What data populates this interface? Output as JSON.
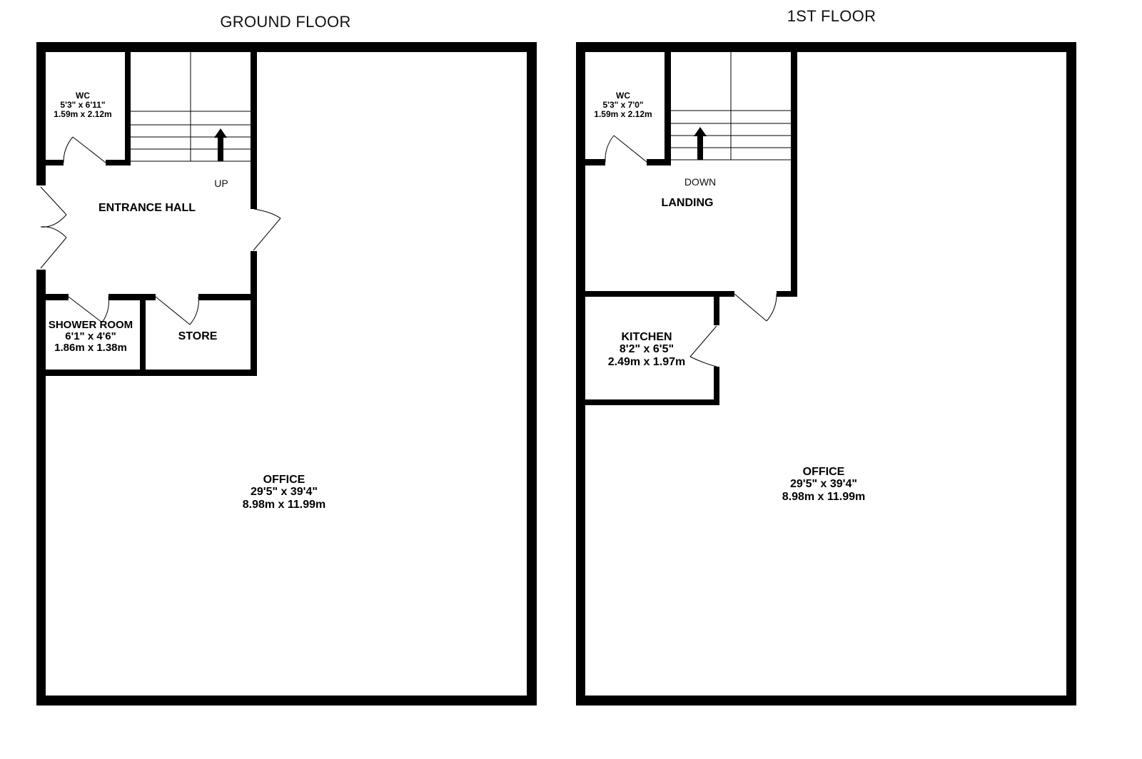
{
  "floors": {
    "ground": {
      "title": "GROUND FLOOR",
      "stairs_note": "UP",
      "rooms": {
        "wc": {
          "name": "WC",
          "imperial": "5'3\"  x 6'11\"",
          "metric": "1.59m  x 2.12m"
        },
        "entrance_hall": {
          "name": "ENTRANCE HALL"
        },
        "shower_room": {
          "name": "SHOWER ROOM",
          "imperial": "6'1\"  x 4'6\"",
          "metric": "1.86m  x 1.38m"
        },
        "store": {
          "name": "STORE"
        },
        "office": {
          "name": "OFFICE",
          "imperial": "29'5\"  x 39'4\"",
          "metric": "8.98m  x 11.99m"
        }
      }
    },
    "first": {
      "title": "1ST FLOOR",
      "stairs_note": "DOWN",
      "rooms": {
        "wc": {
          "name": "WC",
          "imperial": "5'3\"  x 7'0\"",
          "metric": "1.59m  x 2.12m"
        },
        "landing": {
          "name": "LANDING"
        },
        "kitchen": {
          "name": "KITCHEN",
          "imperial": "8'2\"  x 6'5\"",
          "metric": "2.49m  x 1.97m"
        },
        "office": {
          "name": "OFFICE",
          "imperial": "29'5\"  x 39'4\"",
          "metric": "8.98m  x 11.99m"
        }
      }
    }
  },
  "colors": {
    "wall": "#000000",
    "background": "#ffffff"
  }
}
